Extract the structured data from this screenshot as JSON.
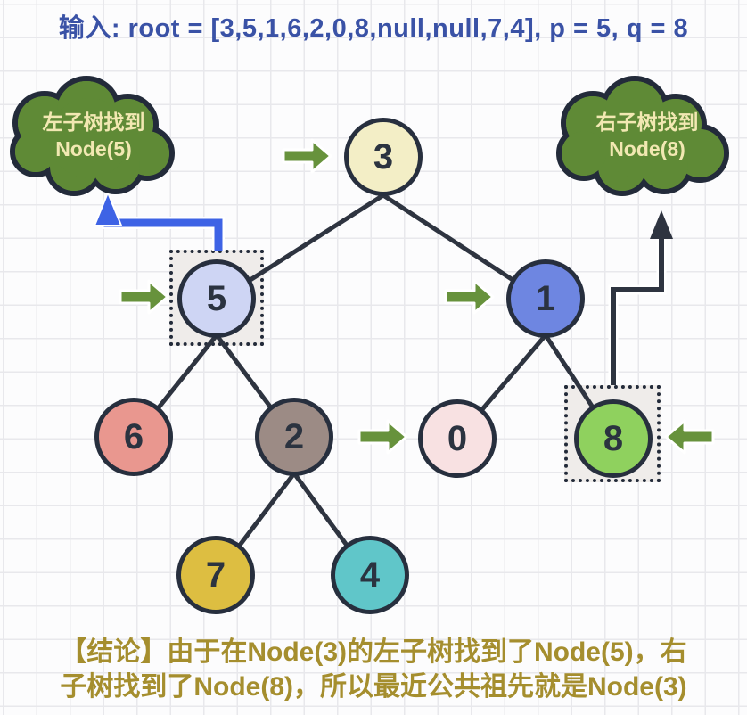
{
  "title": "输入: root = [3,5,1,6,2,0,8,null,null,7,4], p = 5, q = 8",
  "callouts": {
    "left": {
      "line1": "左子树找到",
      "line2": "Node(5)"
    },
    "right": {
      "line1": "右子树找到",
      "line2": "Node(8)"
    }
  },
  "tree": {
    "nodes": [
      {
        "value": "3",
        "fill": "#F3EEC6"
      },
      {
        "value": "5",
        "fill": "#CED5F4"
      },
      {
        "value": "1",
        "fill": "#6E86E1"
      },
      {
        "value": "6",
        "fill": "#E9978F"
      },
      {
        "value": "2",
        "fill": "#9C8B85"
      },
      {
        "value": "0",
        "fill": "#F8E1E2"
      },
      {
        "value": "8",
        "fill": "#8FD15E"
      },
      {
        "value": "7",
        "fill": "#DDBE41"
      },
      {
        "value": "4",
        "fill": "#60C6C9"
      }
    ],
    "edges": [
      "3-5",
      "3-1",
      "5-6",
      "5-2",
      "1-0",
      "1-8",
      "2-7",
      "2-4"
    ],
    "highlighted_nodes": [
      "5",
      "8"
    ]
  },
  "conclusion": {
    "line1": "【结论】由于在Node(3)的左子树找到了Node(5)，右",
    "line2": "子树找到了Node(8)，所以最近公共祖先就是Node(3)"
  },
  "colors": {
    "title_blue": "#3A52A6",
    "conclusion_gold": "#A58E2E",
    "cloud_green": "#5F8A36",
    "cloud_text": "#F2E8B2",
    "arrow_green": "#67923C",
    "arrow_blue": "#3E63E5",
    "line_dark": "#2E3440",
    "highlight_box_fill": "#EFECEA"
  }
}
